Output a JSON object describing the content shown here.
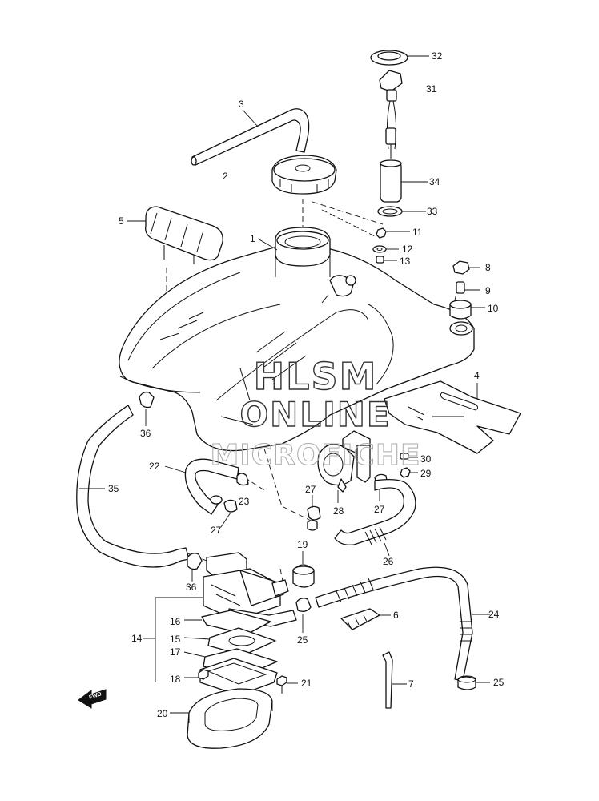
{
  "watermark": {
    "line1": "HLSM",
    "line2": "ONLINE",
    "line3": "MICROFICHE"
  },
  "direction_badge": "FWD",
  "callouts": [
    {
      "key": "c32",
      "text": "32"
    },
    {
      "key": "c31",
      "text": "31"
    },
    {
      "key": "c3",
      "text": "3"
    },
    {
      "key": "c34",
      "text": "34"
    },
    {
      "key": "c2",
      "text": "2"
    },
    {
      "key": "c33",
      "text": "33"
    },
    {
      "key": "c5",
      "text": "5"
    },
    {
      "key": "c11",
      "text": "11"
    },
    {
      "key": "c1",
      "text": "1"
    },
    {
      "key": "c12",
      "text": "12"
    },
    {
      "key": "c13",
      "text": "13"
    },
    {
      "key": "c8",
      "text": "8"
    },
    {
      "key": "c9",
      "text": "9"
    },
    {
      "key": "c10",
      "text": "10"
    },
    {
      "key": "c4",
      "text": "4"
    },
    {
      "key": "c36a",
      "text": "36"
    },
    {
      "key": "c22",
      "text": "22"
    },
    {
      "key": "c30",
      "text": "30"
    },
    {
      "key": "c29",
      "text": "29"
    },
    {
      "key": "c35",
      "text": "35"
    },
    {
      "key": "c27a",
      "text": "27"
    },
    {
      "key": "c23",
      "text": "23"
    },
    {
      "key": "c27b",
      "text": "27"
    },
    {
      "key": "c28",
      "text": "28"
    },
    {
      "key": "c27c",
      "text": "27"
    },
    {
      "key": "c19",
      "text": "19"
    },
    {
      "key": "c26",
      "text": "26"
    },
    {
      "key": "c36b",
      "text": "36"
    },
    {
      "key": "c16",
      "text": "16"
    },
    {
      "key": "c6",
      "text": "6"
    },
    {
      "key": "c24",
      "text": "24"
    },
    {
      "key": "c14",
      "text": "14"
    },
    {
      "key": "c15",
      "text": "15"
    },
    {
      "key": "c25a",
      "text": "25"
    },
    {
      "key": "c17",
      "text": "17"
    },
    {
      "key": "c18",
      "text": "18"
    },
    {
      "key": "c21",
      "text": "21"
    },
    {
      "key": "c7",
      "text": "7"
    },
    {
      "key": "c25b",
      "text": "25"
    },
    {
      "key": "c20",
      "text": "20"
    }
  ]
}
